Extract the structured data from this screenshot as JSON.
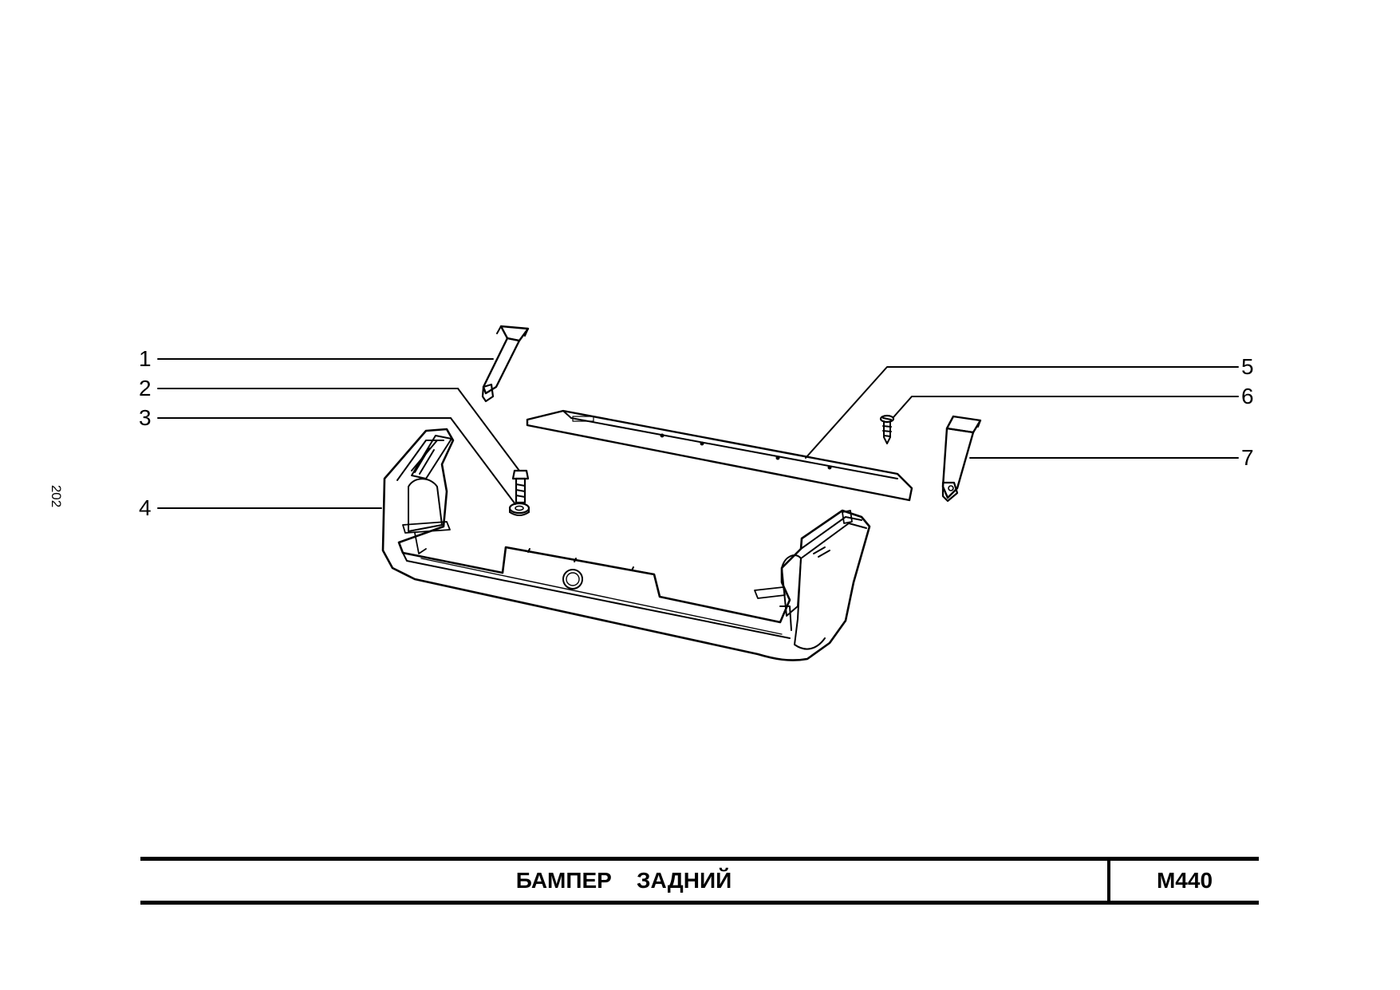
{
  "page": {
    "page_number": "202"
  },
  "callouts": [
    {
      "id": "1",
      "label": "1"
    },
    {
      "id": "2",
      "label": "2"
    },
    {
      "id": "3",
      "label": "3"
    },
    {
      "id": "4",
      "label": "4"
    },
    {
      "id": "5",
      "label": "5"
    },
    {
      "id": "6",
      "label": "6"
    },
    {
      "id": "7",
      "label": "7"
    }
  ],
  "title_block": {
    "title": "БАМПЕР    ЗАДНИЙ",
    "code": "M440"
  }
}
